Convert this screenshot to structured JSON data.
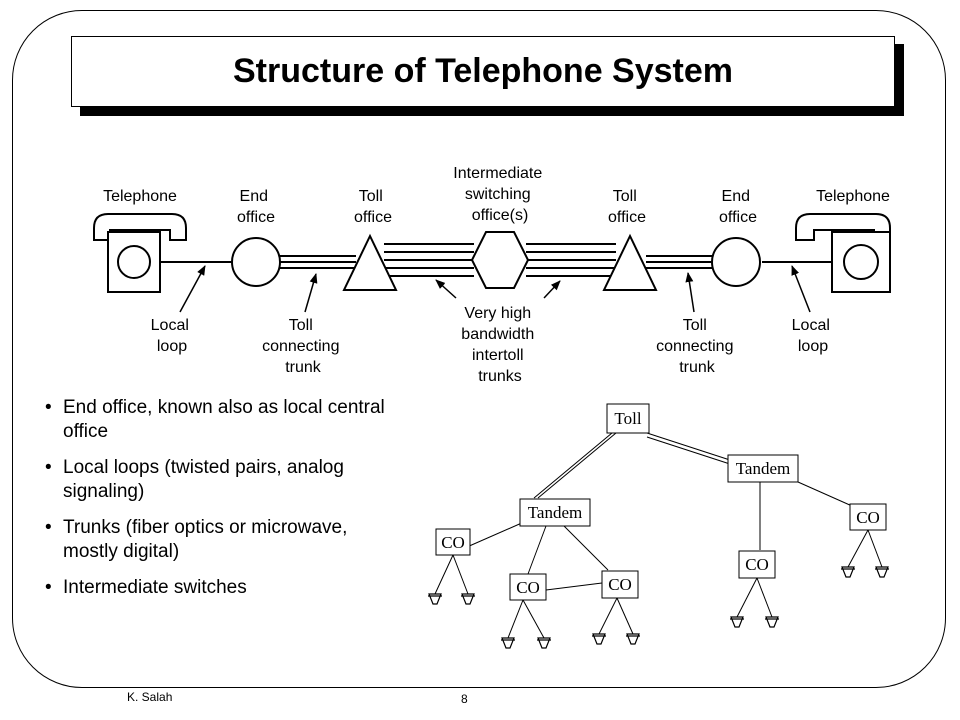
{
  "title": "Structure of Telephone System",
  "diagram": {
    "labels": {
      "telephone_left": "Telephone",
      "end_office_left": [
        "End",
        "office"
      ],
      "toll_office_left": [
        "Toll",
        "office"
      ],
      "intermediate": [
        "Intermediate",
        "switching",
        "office(s)"
      ],
      "toll_office_right": [
        "Toll",
        "office"
      ],
      "end_office_right": [
        "End",
        "office"
      ],
      "telephone_right": "Telephone",
      "local_loop_left": [
        "Local",
        "loop"
      ],
      "toll_trunk_left": [
        "Toll",
        "connecting",
        "trunk"
      ],
      "intertoll": [
        "Very high",
        "bandwidth",
        "intertoll",
        "trunks"
      ],
      "toll_trunk_right": [
        "Toll",
        "connecting",
        "trunk"
      ],
      "local_loop_right": [
        "Local",
        "loop"
      ]
    }
  },
  "bullets": [
    "End office, known also as local central office",
    "Local loops (twisted pairs, analog signaling)",
    "Trunks (fiber optics or microwave, mostly digital)",
    "Intermediate switches"
  ],
  "bullet_symbol": "•",
  "tree": {
    "toll": "Toll",
    "tandem_right": "Tandem",
    "tandem_left": "Tandem",
    "co_1": "CO",
    "co_2": "CO",
    "co_3": "CO",
    "co_4": "CO",
    "co_5": "CO"
  },
  "footer": {
    "author": "K. Salah",
    "page": "8"
  }
}
